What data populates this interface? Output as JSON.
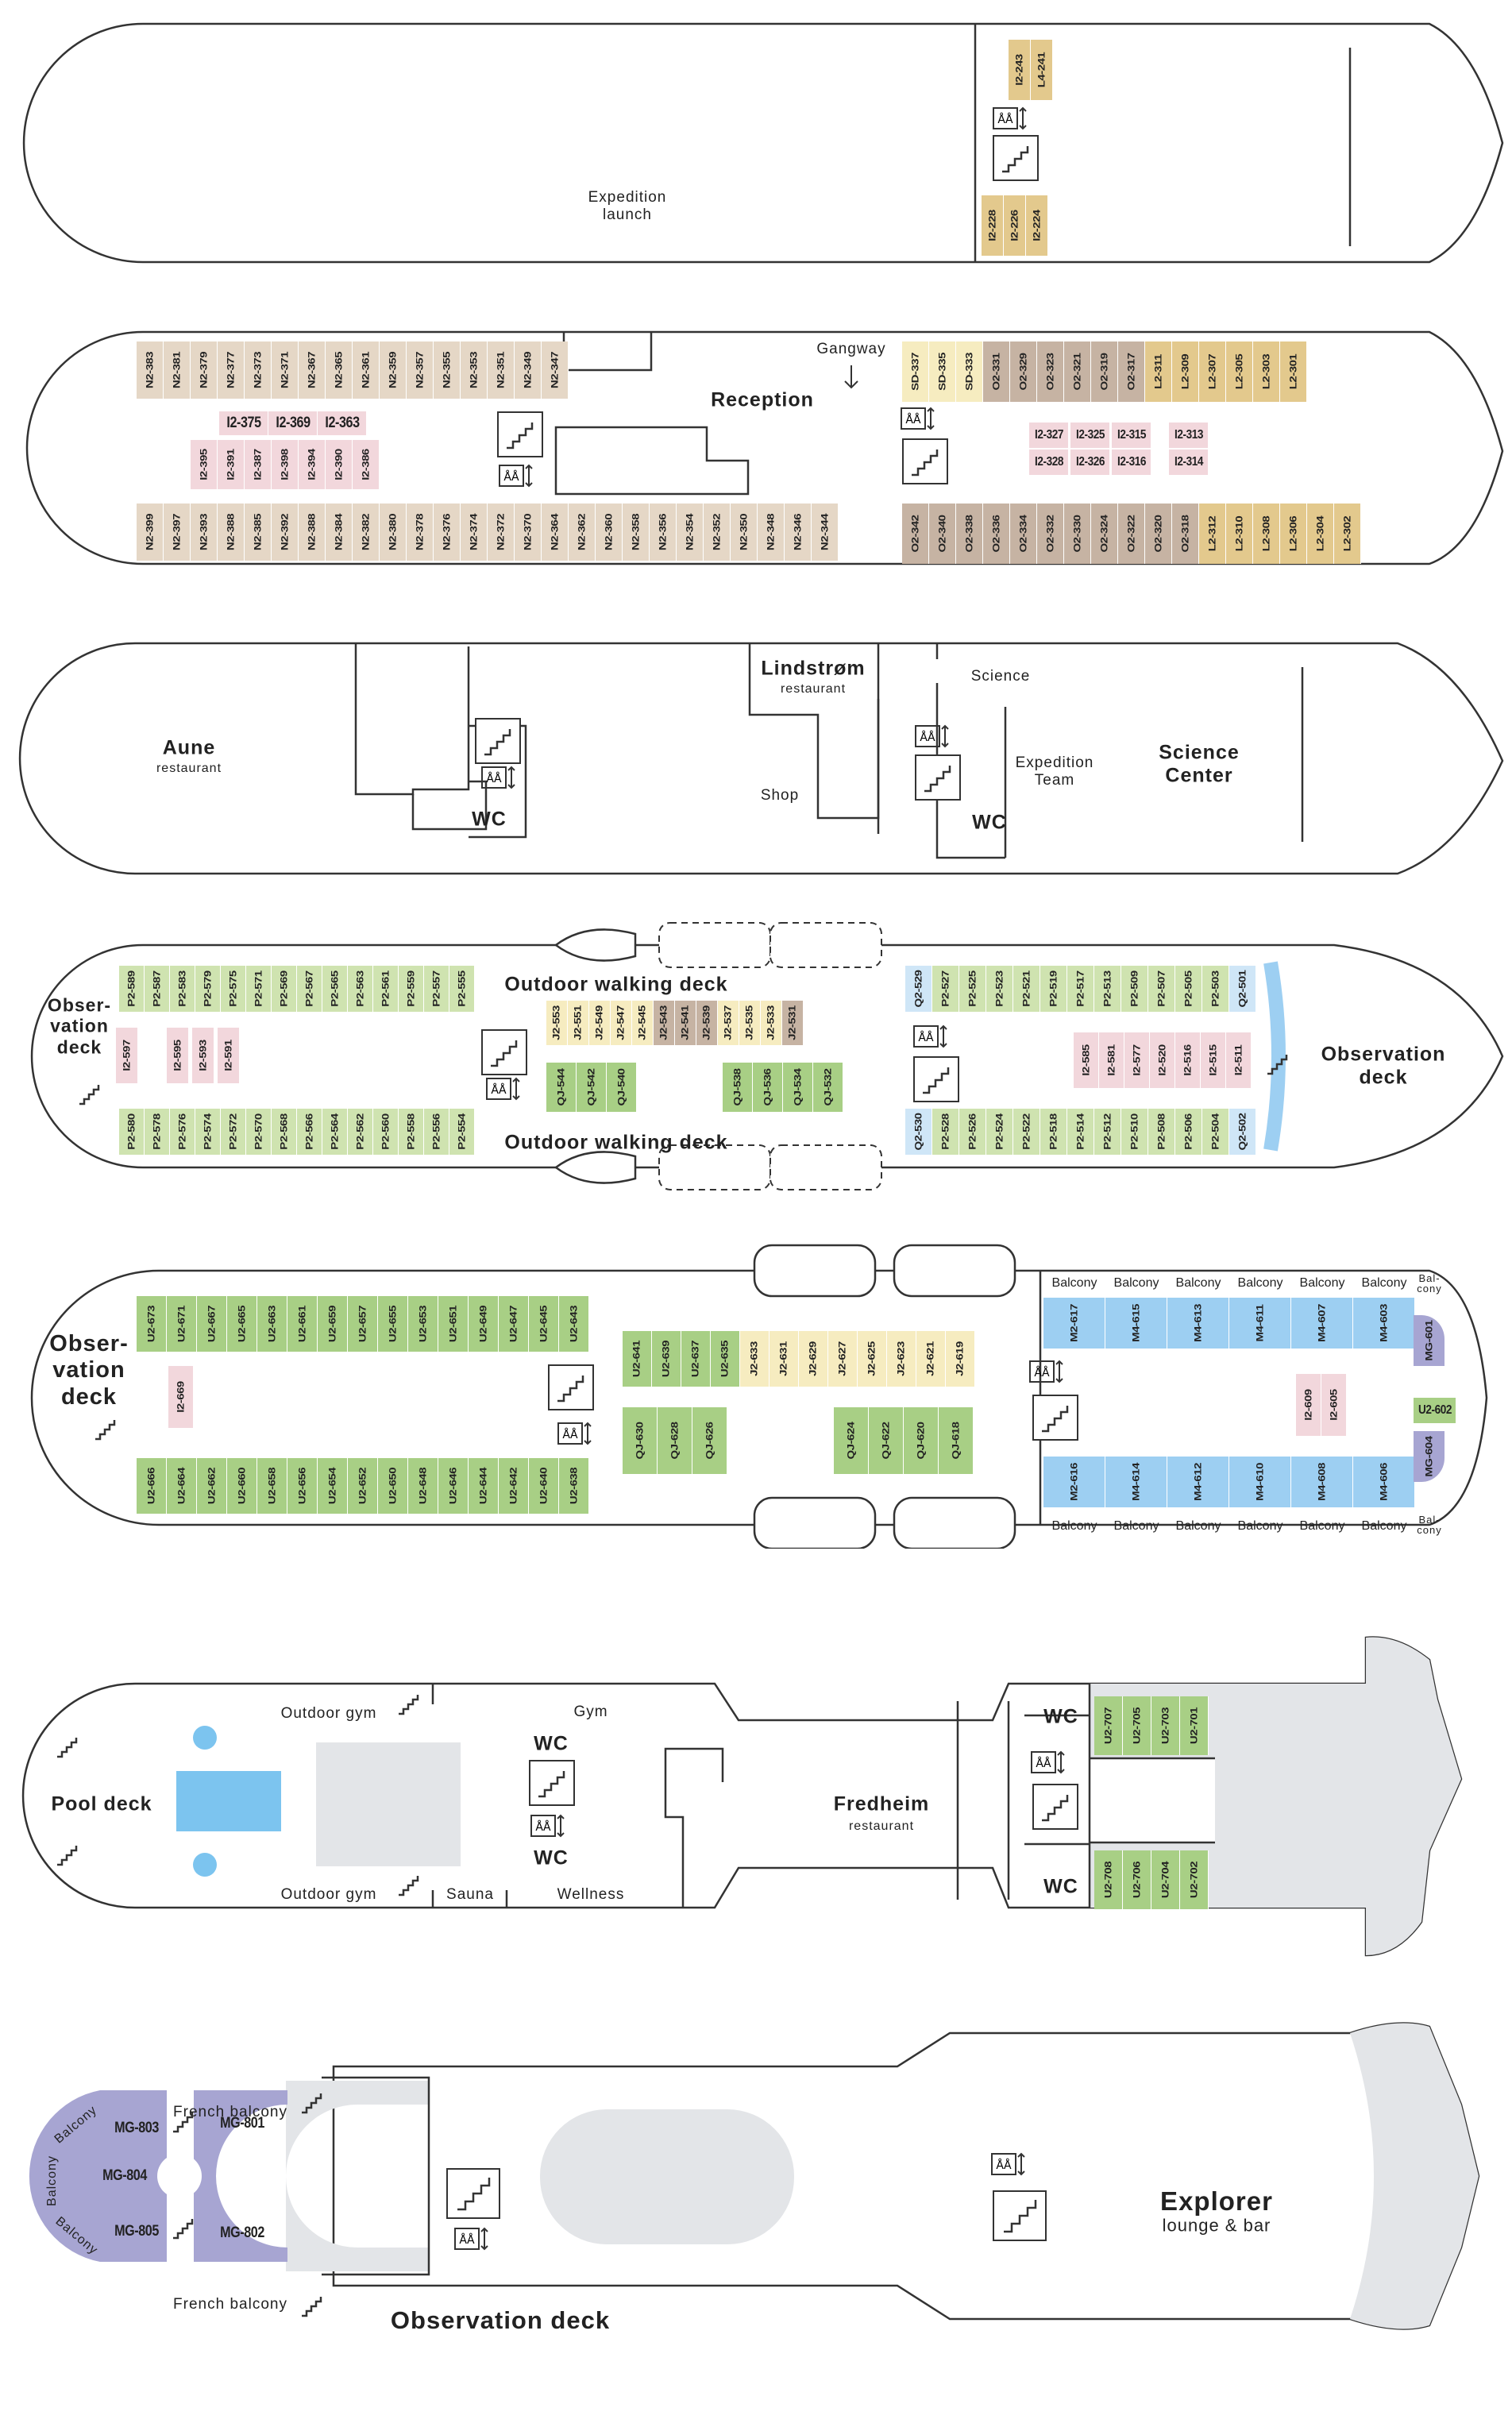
{
  "colors": {
    "suite_beige": "#e5d7c6",
    "polar_outside_yellow": "#f6ecc0",
    "polar_inside_pink": "#f2d7dc",
    "arctic_superior_green": "#a8cf85",
    "arctic_superior_light_green": "#cfe3b0",
    "expedition_suite_blue": "#9dcff2",
    "owners_suite_purple": "#a7a5d2",
    "light_blue": "#cfe6f7",
    "gold": "#e3c98d",
    "taupe": "#c6b3a3",
    "pool_blue": "#7cc4ef"
  },
  "icons": {
    "elevator": "elevator-icon",
    "stairs": "stairs-icon",
    "gangway_arrow": "arrow-down-icon"
  },
  "deck2": {
    "labels": {
      "expedition_launch": "Expedition\nlaunch"
    },
    "cabins": [
      "I2-243",
      "L4-241",
      "I2-228",
      "I2-226",
      "I2-224"
    ]
  },
  "deck3": {
    "labels": {
      "reception": "Reception",
      "gangway": "Gangway"
    },
    "cabins_top_left": [
      "N2-383",
      "N2-381",
      "N2-379",
      "N2-377",
      "N2-373",
      "N2-371",
      "N2-367",
      "N2-365",
      "N2-361",
      "N2-359",
      "N2-357",
      "N2-355",
      "N2-353",
      "N2-351",
      "N2-349",
      "N2-347"
    ],
    "cabins_mid_left_top": [
      "I2-375",
      "I2-369",
      "I2-363"
    ],
    "cabins_mid_left_bottom": [
      "I2-395",
      "I2-391",
      "I2-387",
      "I2-398",
      "I2-394",
      "I2-390",
      "I2-386"
    ],
    "cabins_bottom_left": [
      "N2-399",
      "N2-397",
      "N2-393",
      "N2-388",
      "N2-385",
      "N2-392",
      "N2-388",
      "N2-384",
      "N2-382",
      "N2-380",
      "N2-378",
      "N2-376",
      "N2-374",
      "N2-372",
      "N2-370",
      "N2-364",
      "N2-362",
      "N2-360",
      "N2-358",
      "N2-356",
      "N2-354",
      "N2-352",
      "N2-350",
      "N2-348",
      "N2-346",
      "N2-344"
    ],
    "cabins_top_right": [
      "SD-337",
      "SD-335",
      "SD-333",
      "O2-331",
      "O2-329",
      "O2-323",
      "O2-321",
      "O2-319",
      "O2-317",
      "L2-311",
      "L2-309",
      "L2-307",
      "L2-305",
      "L2-303",
      "L2-301"
    ],
    "cabins_mid_right": [
      "I2-327",
      "I2-325",
      "I2-315",
      "I2-313",
      "I2-328",
      "I2-326",
      "I2-316",
      "I2-314"
    ],
    "cabins_bottom_right": [
      "O2-342",
      "O2-340",
      "O2-338",
      "O2-336",
      "O2-334",
      "O2-332",
      "O2-330",
      "O2-324",
      "O2-322",
      "O2-320",
      "O2-318",
      "L2-312",
      "L2-310",
      "L2-308",
      "L2-306",
      "L2-304",
      "L2-302"
    ]
  },
  "deck4": {
    "labels": {
      "aune": "Aune",
      "aune_sub": "restaurant",
      "lindstrom": "Lindstrøm",
      "lindstrom_sub": "restaurant",
      "shop": "Shop",
      "wc1": "WC",
      "wc2": "WC",
      "science": "Science",
      "expedition_team": "Expedition\nTeam",
      "science_center": "Science\nCenter"
    }
  },
  "deck5": {
    "labels": {
      "observation_deck_left": "Obser-\nvation\ndeck",
      "outdoor_top": "Outdoor walking deck",
      "outdoor_bottom": "Outdoor walking deck",
      "observation_deck_right": "Observation\ndeck"
    },
    "cabins_top_left": [
      "P2-589",
      "P2-587",
      "P2-583",
      "P2-579",
      "P2-575",
      "P2-571",
      "P2-569",
      "P2-567",
      "P2-565",
      "P2-563",
      "P2-561",
      "P2-559",
      "P2-557",
      "P2-555"
    ],
    "cabins_left_inside": [
      "I2-597",
      "I2-595",
      "I2-593",
      "I2-591"
    ],
    "cabins_bottom_left": [
      "P2-580",
      "P2-578",
      "P2-576",
      "P2-574",
      "P2-572",
      "P2-570",
      "P2-568",
      "P2-566",
      "P2-564",
      "P2-562",
      "P2-560",
      "P2-558",
      "P2-556",
      "P2-554"
    ],
    "cabins_center_top": [
      "J2-553",
      "J2-551",
      "J2-549",
      "J2-547",
      "J2-545",
      "J2-543",
      "J2-541",
      "J2-539",
      "J2-537",
      "J2-535",
      "J2-533",
      "J2-531"
    ],
    "cabins_center_bottom_a": [
      "QJ-544",
      "QJ-542",
      "QJ-540"
    ],
    "cabins_center_bottom_b": [
      "QJ-538",
      "QJ-536",
      "QJ-534",
      "QJ-532"
    ],
    "cabins_top_right": [
      "Q2-529",
      "P2-527",
      "P2-525",
      "P2-523",
      "P2-521",
      "P2-519",
      "P2-517",
      "P2-513",
      "P2-509",
      "P2-507",
      "P2-505",
      "P2-503",
      "Q2-501"
    ],
    "cabins_mid_right": [
      "I2-585",
      "I2-581",
      "I2-577",
      "I2-520",
      "I2-516",
      "I2-515",
      "I2-511"
    ],
    "cabins_bottom_right": [
      "Q2-530",
      "P2-528",
      "P2-526",
      "P2-524",
      "P2-522",
      "P2-518",
      "P2-514",
      "P2-512",
      "P2-510",
      "P2-508",
      "P2-506",
      "P2-504",
      "Q2-502"
    ]
  },
  "deck6": {
    "labels": {
      "observation_deck": "Obser-\nvation\ndeck",
      "balcony": "Balcony",
      "balcony_short": "Bal-\ncony"
    },
    "cabins_top_left": [
      "U2-673",
      "U2-671",
      "U2-667",
      "U2-665",
      "U2-663",
      "U2-661",
      "U2-659",
      "U2-657",
      "U2-655",
      "U2-653",
      "U2-651",
      "U2-649",
      "U2-647",
      "U2-645",
      "U2-643"
    ],
    "cabins_left_inside": [
      "I2-669"
    ],
    "cabins_bottom_left": [
      "U2-666",
      "U2-664",
      "U2-662",
      "U2-660",
      "U2-658",
      "U2-656",
      "U2-654",
      "U2-652",
      "U2-650",
      "U2-648",
      "U2-646",
      "U2-644",
      "U2-642",
      "U2-640",
      "U2-638"
    ],
    "cabins_center_top": [
      "U2-641",
      "U2-639",
      "U2-637",
      "U2-635",
      "J2-633",
      "J2-631",
      "J2-629",
      "J2-627",
      "J2-625",
      "J2-623",
      "J2-621",
      "J2-619"
    ],
    "cabins_center_bottom_a": [
      "QJ-630",
      "QJ-628",
      "QJ-626"
    ],
    "cabins_center_bottom_b": [
      "QJ-624",
      "QJ-622",
      "QJ-620",
      "QJ-618"
    ],
    "cabins_top_right": [
      "M2-617",
      "M4-615",
      "M4-613",
      "M4-611",
      "M4-607",
      "M4-603"
    ],
    "cabins_mid_right": [
      "I2-609",
      "I2-605"
    ],
    "cabins_bottom_right": [
      "M2-616",
      "M4-614",
      "M4-612",
      "M4-610",
      "M4-608",
      "M4-606"
    ],
    "cabins_owner": [
      "MG-601",
      "U2-602",
      "MG-604"
    ]
  },
  "deck7": {
    "labels": {
      "pool_deck": "Pool deck",
      "outdoor_gym_top": "Outdoor gym",
      "outdoor_gym_bottom": "Outdoor gym",
      "gym": "Gym",
      "wc_top": "WC",
      "wc_bottom": "WC",
      "sauna": "Sauna",
      "wellness": "Wellness",
      "fredheim": "Fredheim",
      "fredheim_sub": "restaurant",
      "wc_right_top": "WC",
      "wc_right_bottom": "WC"
    },
    "cabins_top": [
      "U2-707",
      "U2-705",
      "U2-703",
      "U2-701"
    ],
    "cabins_bottom": [
      "U2-708",
      "U2-706",
      "U2-704",
      "U2-702"
    ]
  },
  "deck8": {
    "labels": {
      "french_balcony_top": "French balcony",
      "french_balcony_bottom": "French balcony",
      "balcony_a": "Balcony",
      "balcony_b": "Balcony",
      "balcony_c": "Balcony",
      "observation_deck": "Observation deck",
      "explorer": "Explorer",
      "explorer_sub": "lounge & bar"
    },
    "cabins": [
      "MG-803",
      "MG-801",
      "MG-804",
      "MG-805",
      "MG-802"
    ]
  }
}
